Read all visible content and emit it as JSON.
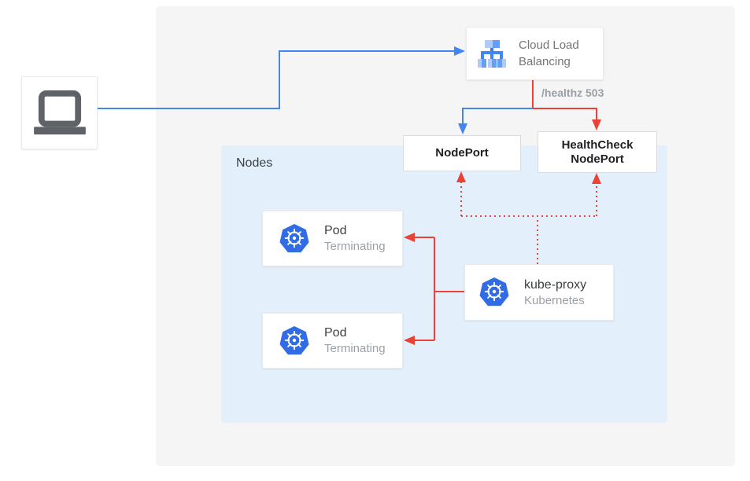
{
  "colors": {
    "blue": "#4285F4",
    "red": "#EA4335",
    "kubernetes_blue": "#326CE5",
    "laptop_gray": "#5F6368",
    "outer_background": "#F5F5F5",
    "nodes_background": "#E3F0FC"
  },
  "icons": {
    "client": "laptop-icon",
    "load_balancer": "cloud-load-balancing-icon",
    "pod": "kubernetes-icon",
    "kube_proxy": "kubernetes-icon"
  },
  "nodes_group": {
    "label": "Nodes"
  },
  "cloud_load_balancing": {
    "line1": "Cloud Load",
    "line2": "Balancing"
  },
  "healthz_label": "/healthz 503",
  "nodeport": {
    "label": "NodePort"
  },
  "healthcheck_nodeport": {
    "line1": "HealthCheck",
    "line2": "NodePort"
  },
  "pods": [
    {
      "title": "Pod",
      "subtitle": "Terminating"
    },
    {
      "title": "Pod",
      "subtitle": "Terminating"
    }
  ],
  "kube_proxy": {
    "title": "kube-proxy",
    "subtitle": "Kubernetes"
  }
}
